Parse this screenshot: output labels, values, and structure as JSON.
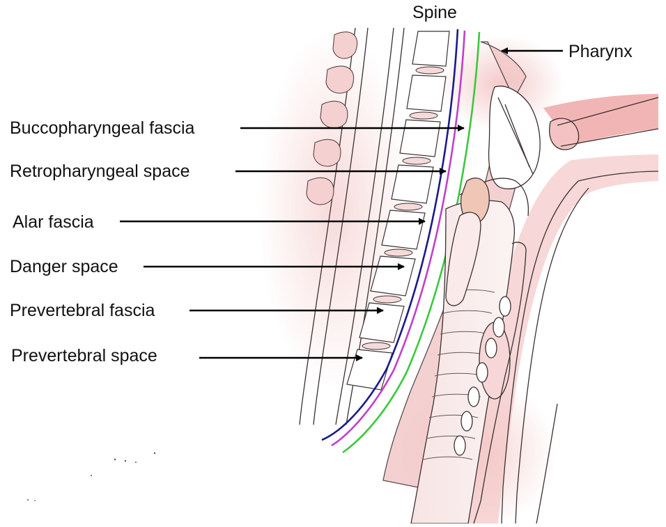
{
  "labels": {
    "spine": "Spine",
    "pharynx": "Pharynx",
    "buccopharyngeal_fascia": "Buccopharyngeal fascia",
    "retropharyngeal_space": "Retropharyngeal space",
    "alar_fascia": "Alar fascia",
    "danger_space": "Danger space",
    "prevertebral_fascia": "Prevertebral fascia",
    "prevertebral_space": "Prevertebral space"
  },
  "colors": {
    "prevertebral_fascia_line": "#1a1a8c",
    "alar_fascia_line": "#c040c8",
    "buccopharyngeal_fascia_line": "#3cc83c",
    "tissue_pink": "#f2c4c4",
    "tissue_red": "#e88a8a",
    "outline": "#3a3030"
  }
}
